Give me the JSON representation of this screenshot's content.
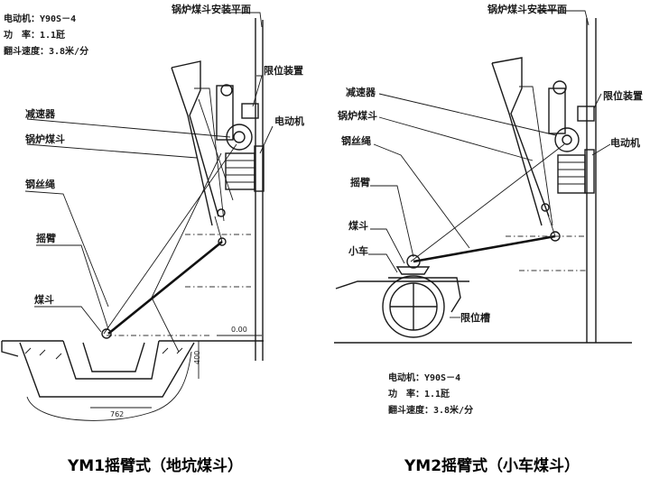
{
  "left": {
    "specs": {
      "motor": "电动机：Y90S－4",
      "power": "功　率：1.1瓩",
      "speed": "翻斗速度：3.8米/分"
    },
    "labels": {
      "mount_plane": "锅炉煤斗安装平面",
      "limit_device": "限位装置",
      "reducer": "减速器",
      "motor": "电动机",
      "boiler_hopper": "锅炉煤斗",
      "wire_rope": "钢丝绳",
      "rocker_arm": "摇臂",
      "coal_bucket": "煤斗"
    },
    "dims": {
      "level": "0.00",
      "depth": "400",
      "width": "762"
    },
    "caption": "YM1摇臂式（地坑煤斗）"
  },
  "right": {
    "labels": {
      "mount_plane": "锅炉煤斗安装平面",
      "reducer": "减速器",
      "boiler_hopper": "锅炉煤斗",
      "limit_device": "限位装置",
      "wire_rope": "钢丝绳",
      "motor": "电动机",
      "rocker_arm": "摇臂",
      "coal_bucket": "煤斗",
      "trolley": "小车",
      "limit_slot": "限位槽"
    },
    "specs": {
      "motor": "电动机：Y90S－4",
      "power": "功　率：1.1瓩",
      "speed": "翻斗速度：3.8米/分"
    },
    "caption": "YM2摇臂式（小车煤斗）"
  }
}
